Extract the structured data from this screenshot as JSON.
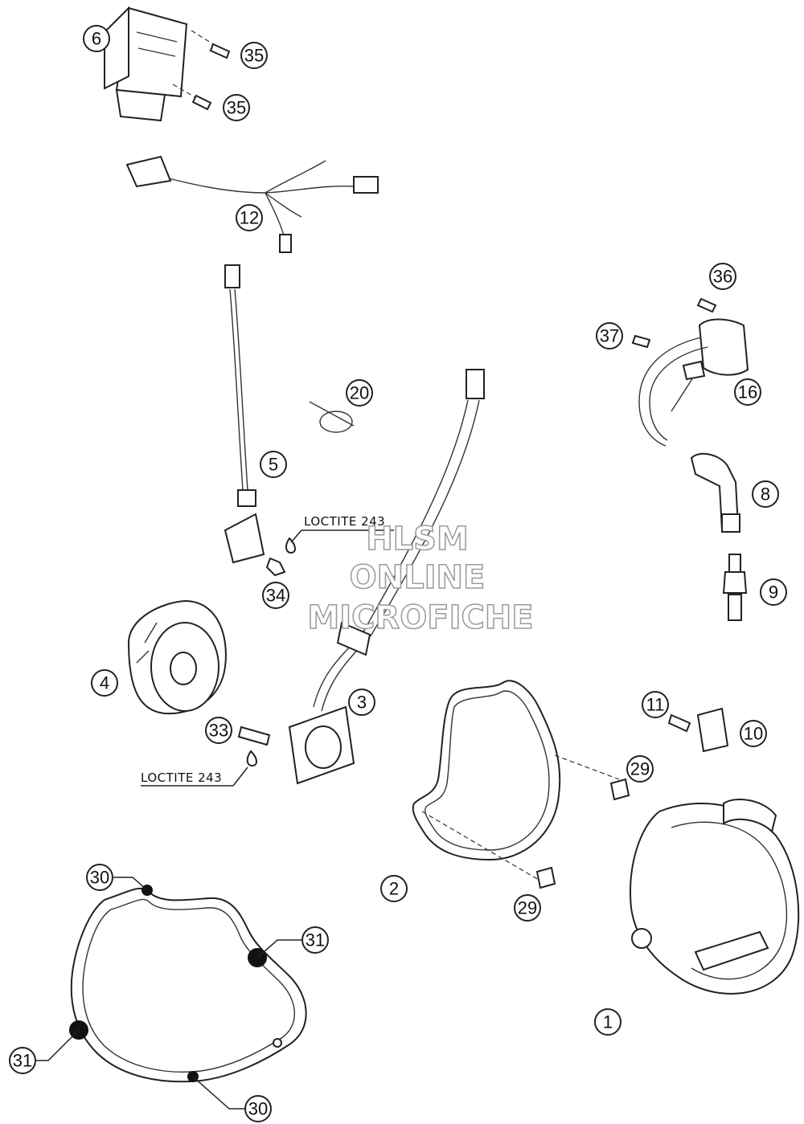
{
  "callouts": {
    "c1": "1",
    "c2": "2",
    "c3": "3",
    "c4": "4",
    "c5": "5",
    "c6": "6",
    "c8": "8",
    "c9": "9",
    "c10": "10",
    "c11": "11",
    "c12": "12",
    "c16": "16",
    "c20": "20",
    "c29a": "29",
    "c29b": "29",
    "c30a": "30",
    "c30b": "30",
    "c31a": "31",
    "c31b": "31",
    "c33": "33",
    "c34": "34",
    "c35a": "35",
    "c35b": "35",
    "c36": "36",
    "c37": "37"
  },
  "notes": {
    "loctite_top": "LOCTITE 243",
    "loctite_bottom": "LOCTITE 243"
  },
  "watermark": {
    "line1": "HLSM",
    "line2": "ONLINE",
    "line3": "MICROFICHE"
  }
}
